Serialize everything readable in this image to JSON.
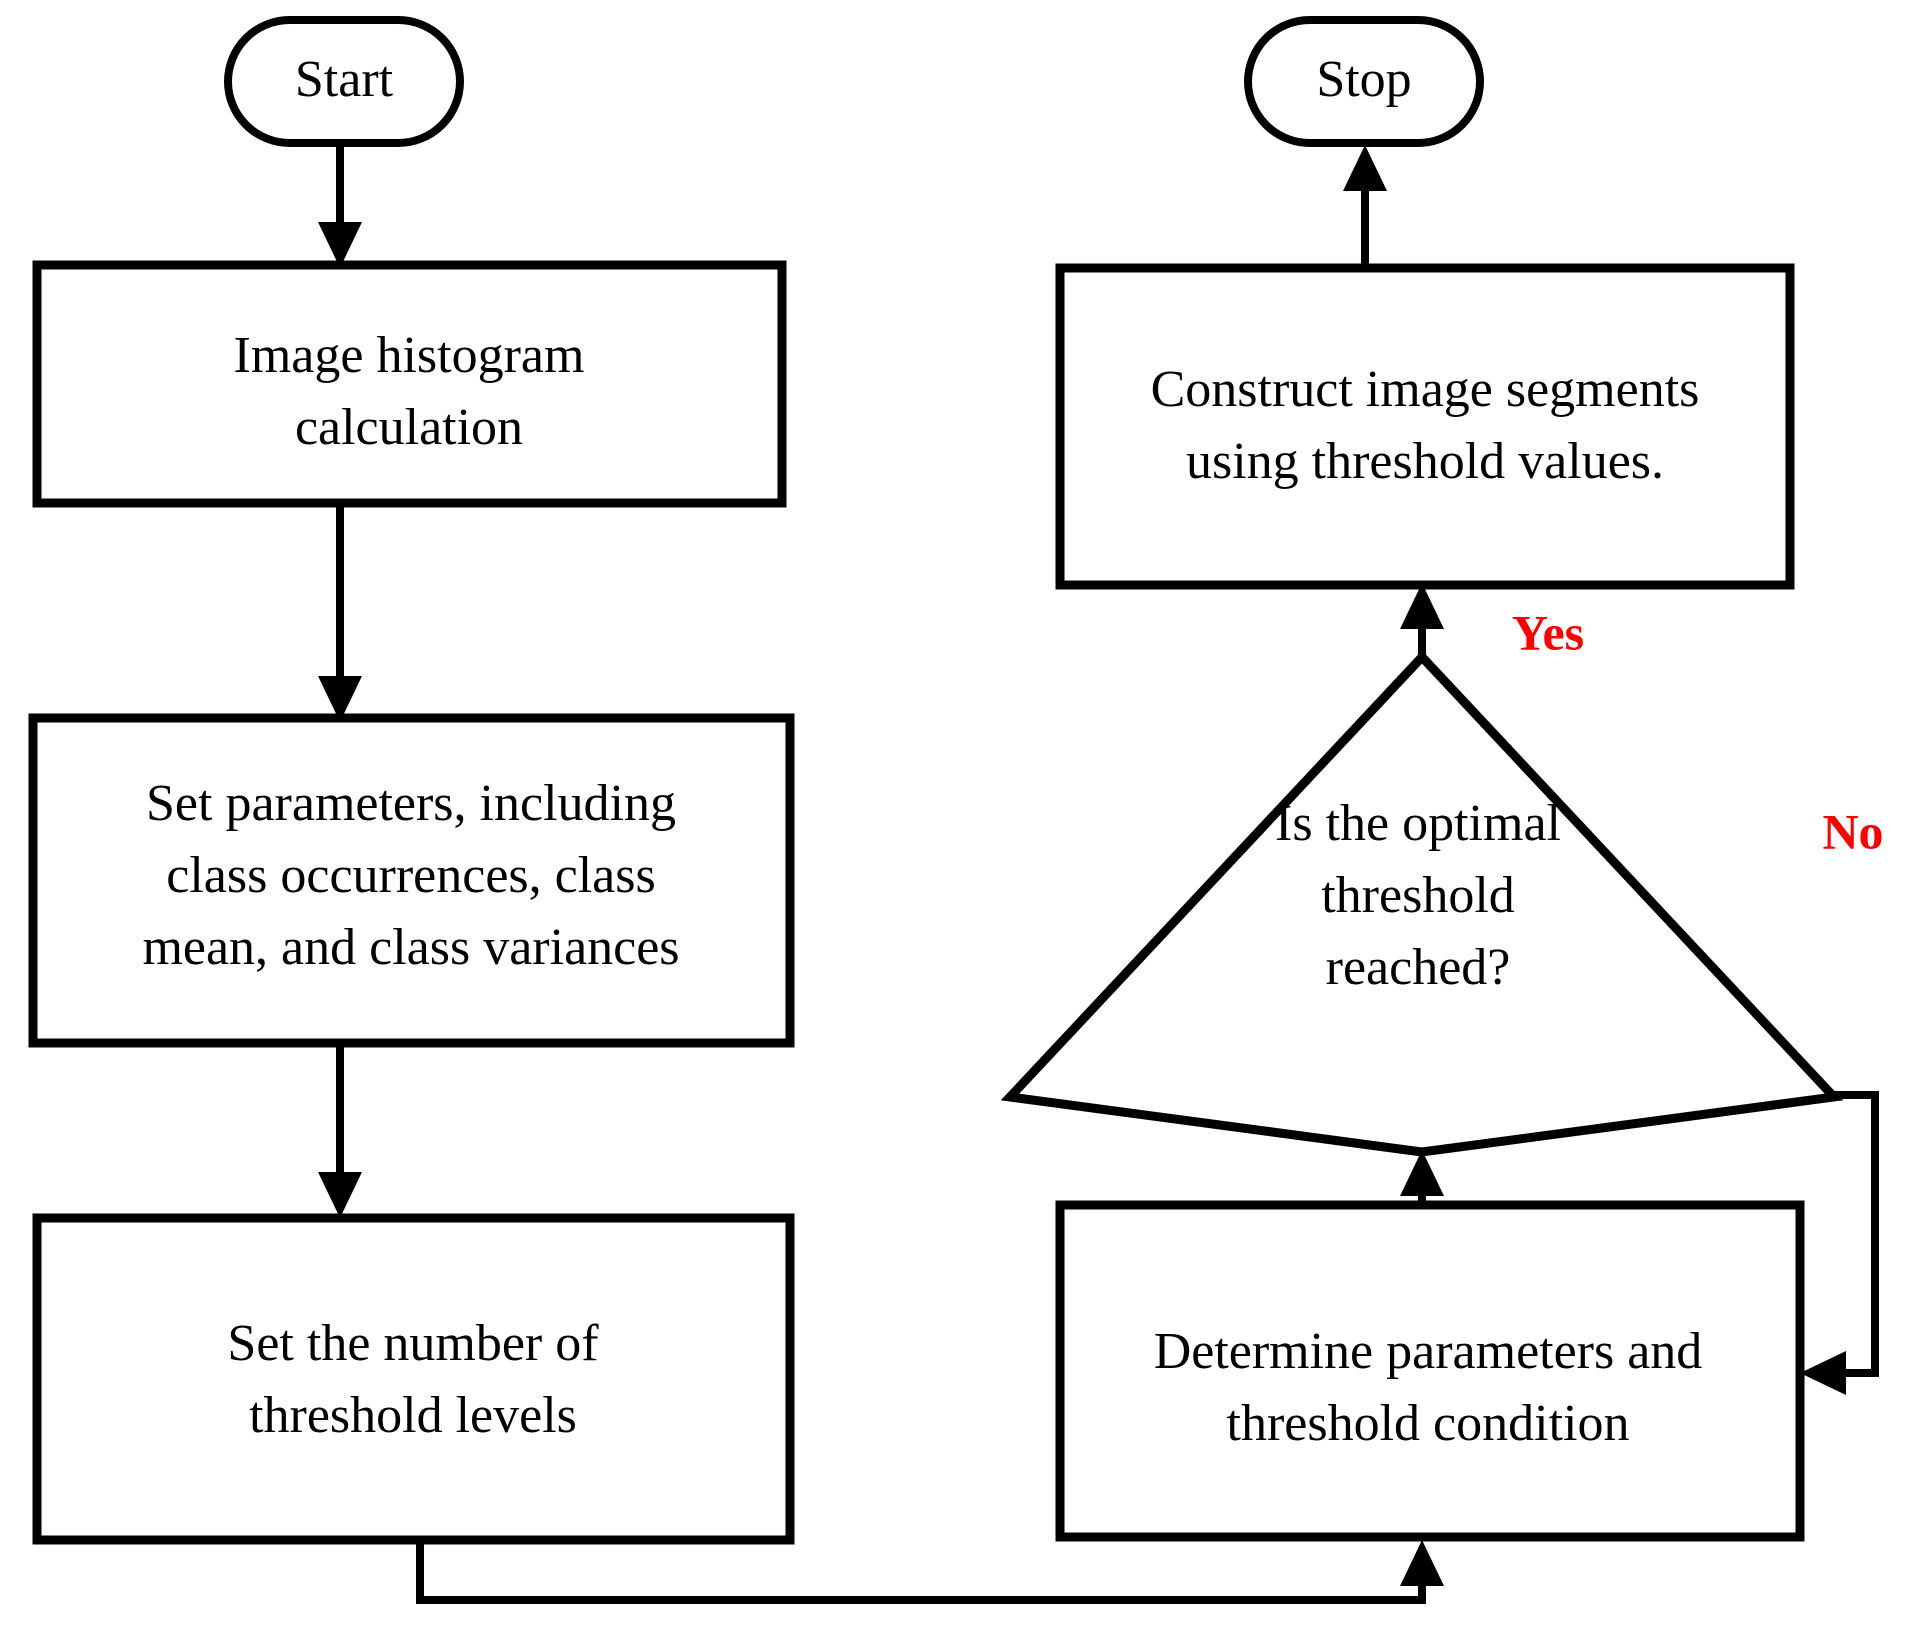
{
  "diagram": {
    "title": "Multilevel thresholding image segmentation flowchart",
    "colors": {
      "stroke": "#000000",
      "fill": "#ffffff",
      "yes_label": "#FF0000",
      "no_label": "#FF0000"
    },
    "nodes": {
      "start": {
        "label": "Start",
        "shape": "terminal"
      },
      "histogram": {
        "line1": "Image histogram",
        "line2": "calculation",
        "shape": "process"
      },
      "set_parameters": {
        "line1": "Set parameters, including",
        "line2": "class occurrences, class",
        "line3": "mean, and class variances",
        "shape": "process"
      },
      "threshold_levels": {
        "line1": "Set the number of",
        "line2": "threshold levels",
        "shape": "process"
      },
      "determine": {
        "line1": "Determine parameters and",
        "line2": "threshold condition",
        "shape": "process"
      },
      "decision": {
        "line1": "Is the optimal",
        "line2": "threshold",
        "line3": "reached?",
        "shape": "decision"
      },
      "construct": {
        "line1": "Construct image segments",
        "line2": "using threshold values.",
        "shape": "process"
      },
      "stop": {
        "label": "Stop",
        "shape": "terminal"
      }
    },
    "edge_labels": {
      "yes": "Yes",
      "no": "No"
    }
  }
}
